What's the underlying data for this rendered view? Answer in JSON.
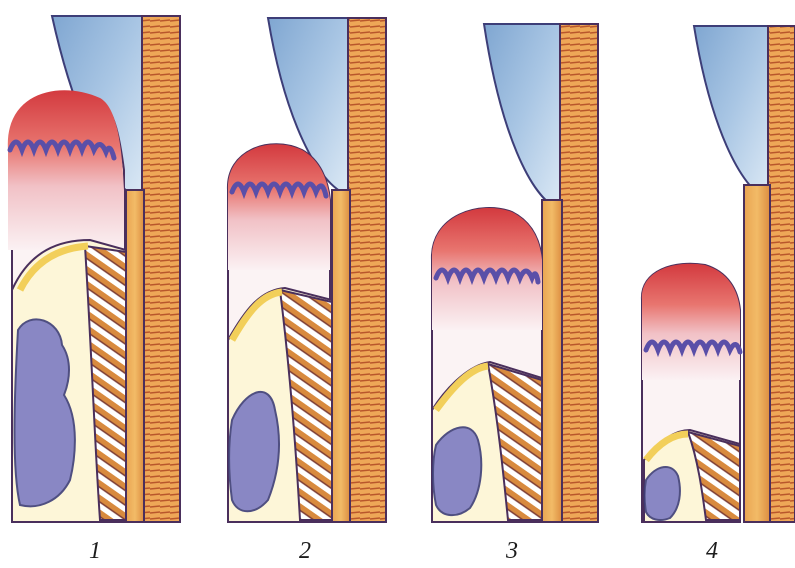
{
  "panels": [
    {
      "caption": "1"
    },
    {
      "caption": "2"
    },
    {
      "caption": "3"
    },
    {
      "caption": "4"
    }
  ],
  "colors": {
    "enamel_blue": "#8fb4d8",
    "enamel_shade": "#5f8fc2",
    "root_orange": "#e4a04c",
    "root_stripe": "#b85a2a",
    "outline": "#4a2f5c",
    "papilla_red": "#d9403d",
    "papilla_violet": "#5a4fa8",
    "pulp_pink": "#f3cdd2",
    "bone_yellow": "#f2cf5a",
    "bone_lavender": "#7d7cc2"
  }
}
